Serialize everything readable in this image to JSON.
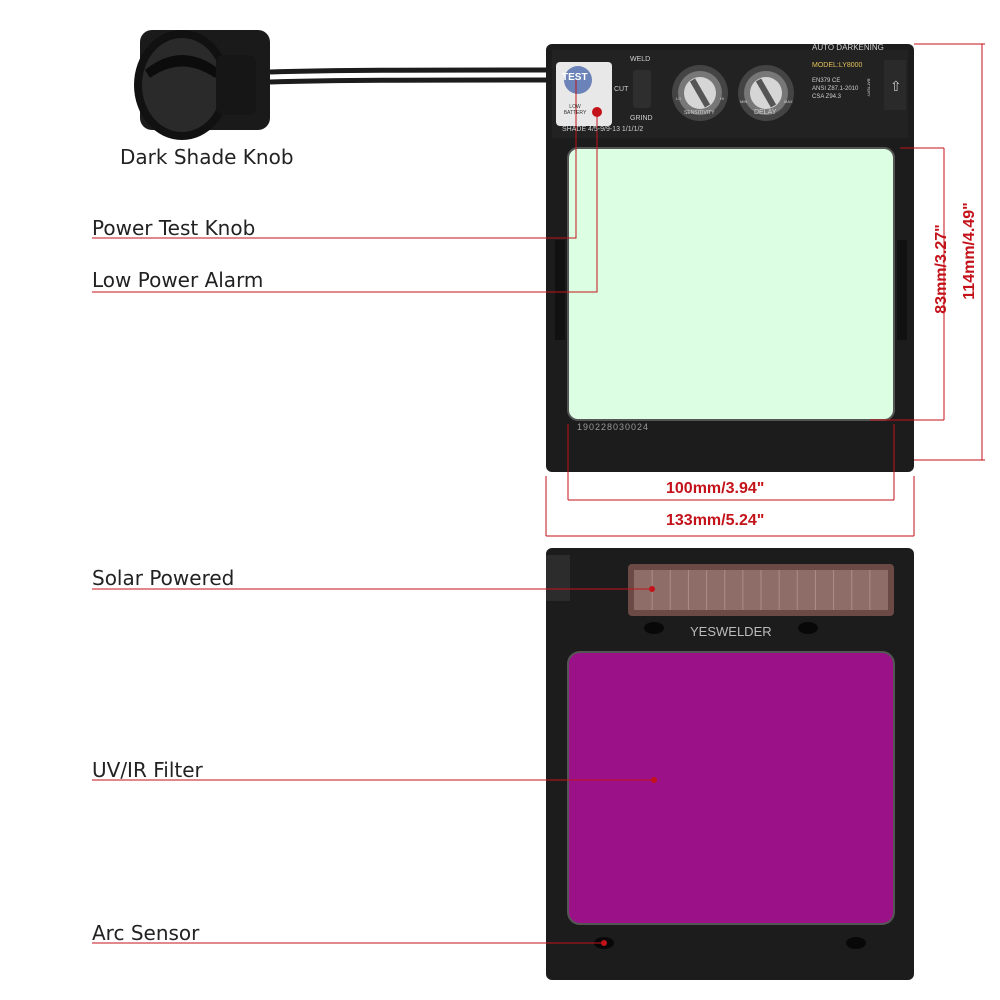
{
  "labels": {
    "dark_shade_knob": "Dark Shade Knob",
    "power_test_knob": "Power Test Knob",
    "low_power_alarm": "Low Power Alarm",
    "solar_powered": "Solar Powered",
    "uv_ir_filter": "UV/IR Filter",
    "arc_sensor": "Arc Sensor"
  },
  "dimensions": {
    "viewing_width": "100mm/3.94\"",
    "total_width": "133mm/5.24\"",
    "viewing_height": "83mm/3.27\"",
    "total_height": "114mm/4.49\""
  },
  "front_panel": {
    "title": "AUTO DARKENING",
    "model": "MODEL:LY8000",
    "test_button": "TEST",
    "low_battery": "LOW BATTERY",
    "weld": "WELD",
    "cut": "CUT",
    "grind": "GRIND",
    "sensitivity": "SENSITIVITY",
    "delay": "DELAY",
    "lo": "LO",
    "hi": "HI",
    "min": "MIN",
    "max": "MAX",
    "standards": [
      "EN379 CE",
      "ANSI Z87.1-2010",
      "CSA Z94.3"
    ],
    "shade_text": "SHADE 4/5-9/9-13 1/1/1/2",
    "serial": "190228030024",
    "battery": "BATTERY"
  },
  "back_panel": {
    "brand": "YESWELDER"
  },
  "colors": {
    "accent": "#c4121a",
    "lens_front": "#dcffe4",
    "lens_back": "#9b1288",
    "housing": "#1c1c1c"
  }
}
